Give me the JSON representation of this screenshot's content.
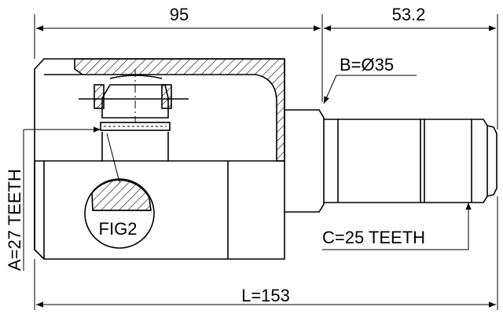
{
  "dimensions": {
    "top_left": "95",
    "top_right": "53.2",
    "bottom_total": "L=153"
  },
  "callouts": {
    "b": "B=Ø35",
    "c": "C=25 TEETH",
    "a": "A=27 TEETH",
    "fig": "FIG2"
  }
}
